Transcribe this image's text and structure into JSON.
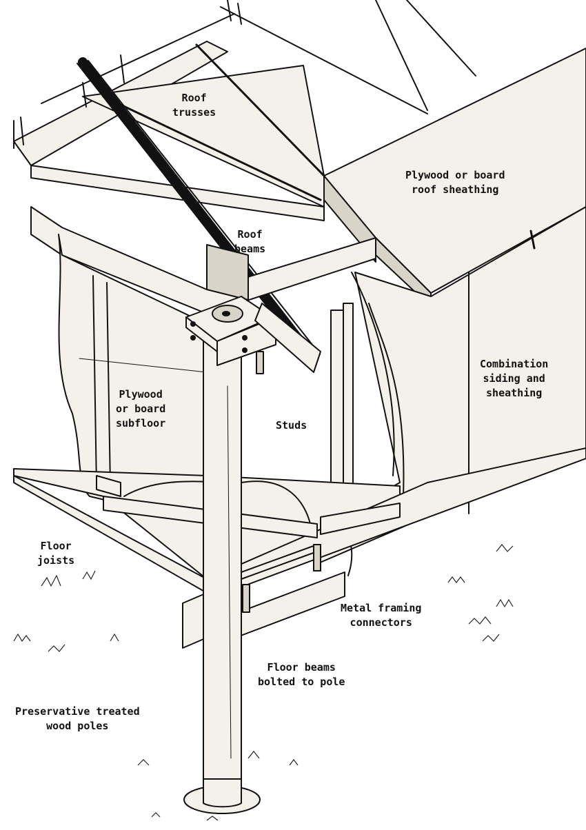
{
  "labels": {
    "roof_trusses": "Roof\ntrusses",
    "roof_sheathing": "Plywood or board\nroof sheathing",
    "roof_beams": "Roof\nbeams",
    "combination_siding": "Combination\nsiding and\nsheathing",
    "subfloor": "Plywood\nor board\nsubfloor",
    "studs": "Studs",
    "floor_joists": "Floor\njoists",
    "metal_connectors": "Metal framing\nconnectors",
    "floor_beams": "Floor beams\nbolted to pole",
    "treated_poles": "Preservative treated\nwood poles"
  }
}
